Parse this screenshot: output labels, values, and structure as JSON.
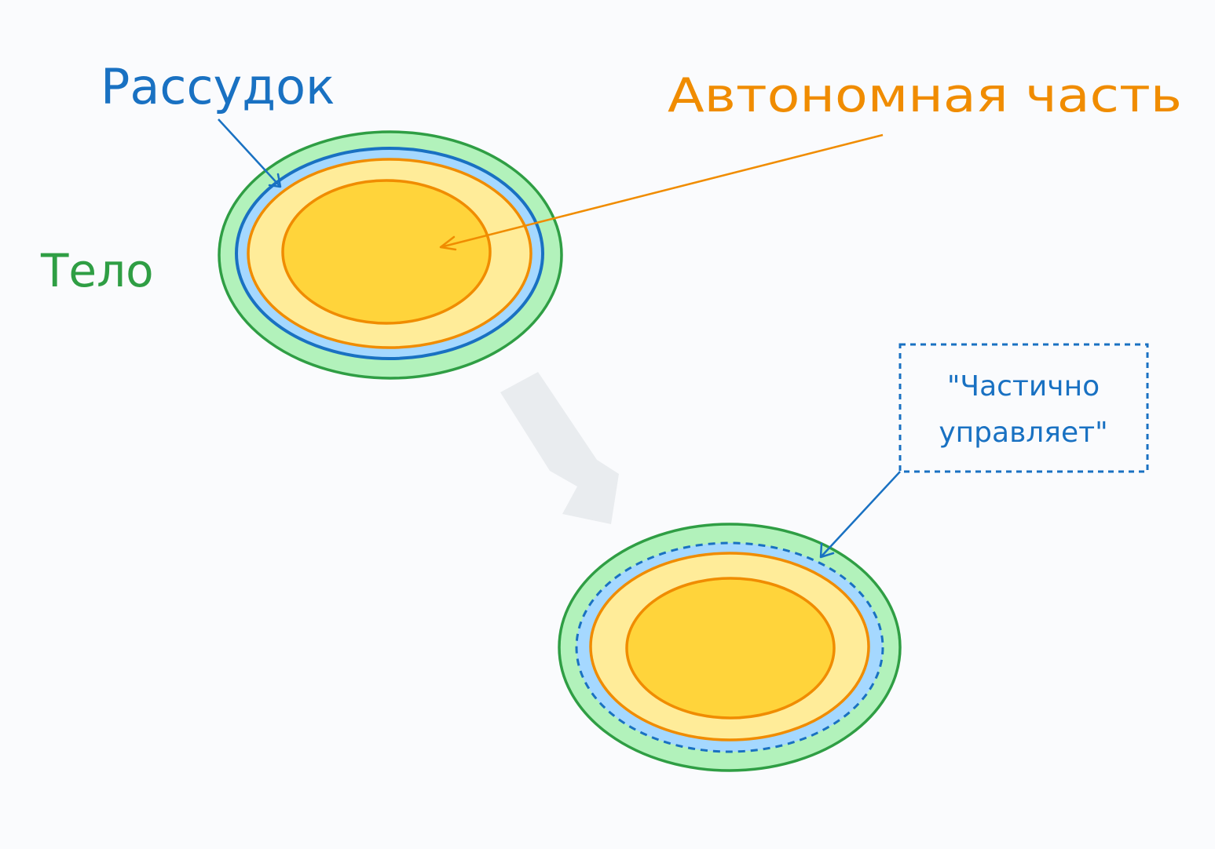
{
  "labels": {
    "mind": "Рассудок",
    "autonomous": "Автономная часть",
    "body": "Тело",
    "note_line1": "\"Частично",
    "note_line2": "управляет\""
  },
  "colors": {
    "background": "#fafbfd",
    "body_fill": "#b2f2bb",
    "body_stroke": "#2f9e44",
    "mind_fill": "#a5d8ff",
    "mind_stroke": "#1971c2",
    "outer_core_fill": "#ffec99",
    "inner_core_fill": "#ffd43b",
    "core_stroke": "#f08c00",
    "transition_arrow": "#e9ecef"
  },
  "icons": {
    "transition": "down-right-arrow"
  }
}
